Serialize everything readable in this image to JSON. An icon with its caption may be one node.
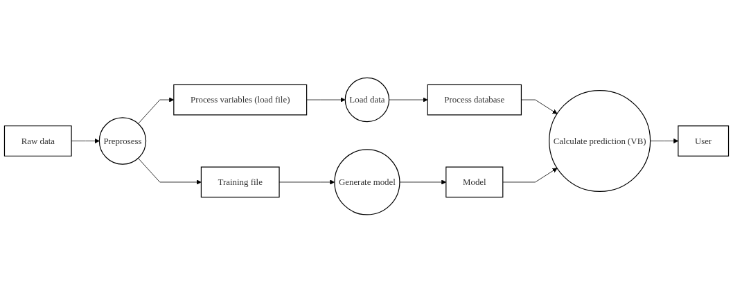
{
  "diagram": {
    "nodes": [
      {
        "text": [
          "Raw data"
        ]
      },
      {
        "text": [
          "Preprosess"
        ]
      },
      {
        "text": [
          "Process variables (load file)"
        ]
      },
      {
        "text": [
          "Load data"
        ]
      },
      {
        "text": [
          "Process database"
        ]
      },
      {
        "text": [
          "Calculate prediction (VB)"
        ]
      },
      {
        "text": [
          "User"
        ]
      },
      {
        "text": [
          "Model"
        ]
      },
      {
        "text": [
          "Training file"
        ]
      },
      {
        "text": [
          "Generate model"
        ]
      }
    ],
    "edges": [
      {
        "from": 0,
        "to": 1,
        "arrow": "to"
      },
      {
        "from": 1,
        "to": 2,
        "arrow": "to"
      },
      {
        "from": 2,
        "to": 3,
        "arrow": "to"
      },
      {
        "from": 3,
        "to": 4,
        "arrow": "to"
      },
      {
        "from": 4,
        "to": 5,
        "arrow": "to"
      },
      {
        "from": 5,
        "to": 6,
        "arrow": "to"
      },
      {
        "from": 7,
        "to": 5,
        "arrow": "to"
      },
      {
        "from": 1,
        "to": 8,
        "arrow": "to"
      },
      {
        "from": 8,
        "to": 9,
        "arrow": "to"
      },
      {
        "from": 9,
        "to": 7,
        "arrow": "to"
      }
    ]
  }
}
